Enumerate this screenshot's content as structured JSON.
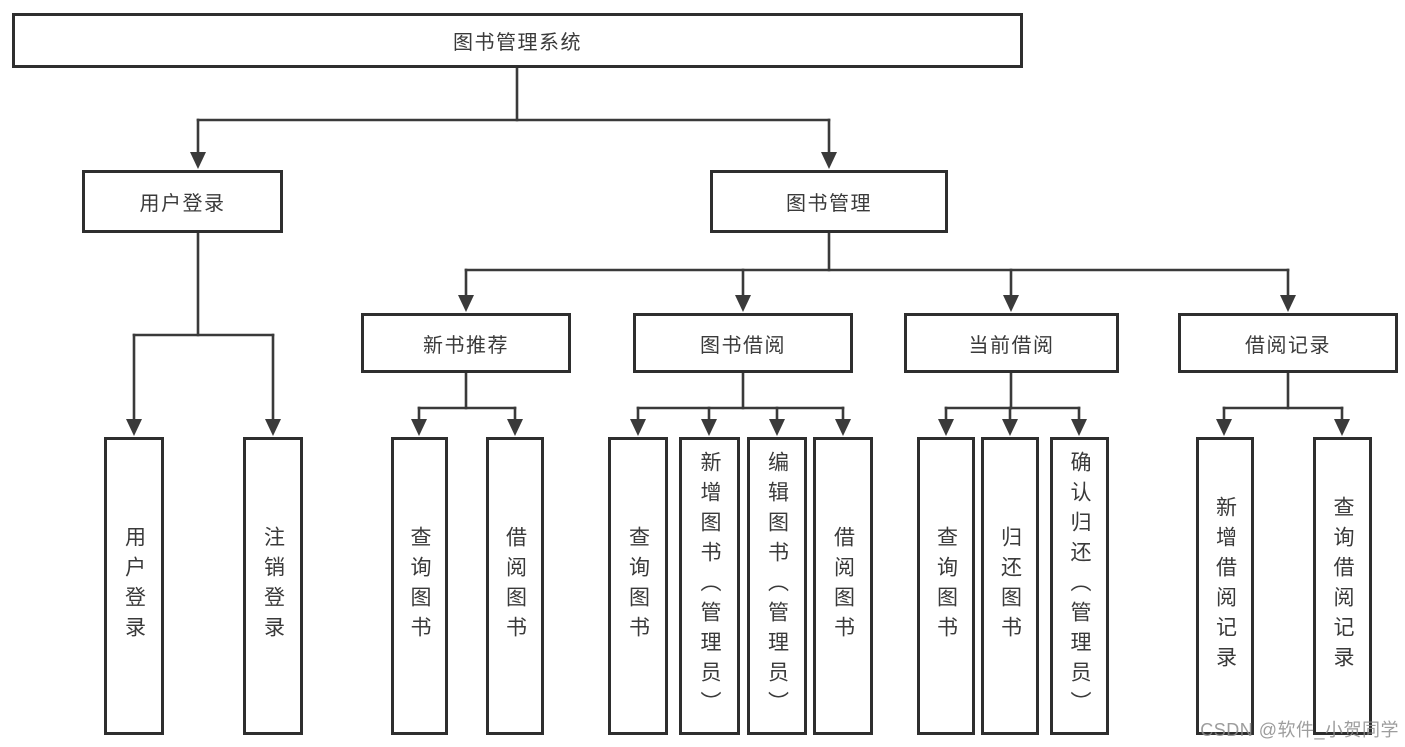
{
  "title": "图书管理系统",
  "watermark": "CSDN @软件_小贺同学",
  "colors": {
    "line": "#3a3a3a",
    "box_border": "#2e2e2e",
    "text": "#3a3a3a",
    "watermark": "#8c8c8c",
    "background": "#ffffff"
  },
  "nodes": {
    "root": "图书管理系统",
    "user_login": "用户登录",
    "book_mgmt": "图书管理",
    "new_book_rec": "新书推荐",
    "book_borrow": "图书借阅",
    "current_borrow": "当前借阅",
    "borrow_records": "借阅记录",
    "user_login_leaf": "用户登录",
    "logout": "注销登录",
    "rec_query": "查询图书",
    "rec_borrow": "借阅图书",
    "bb_query": "查询图书",
    "bb_add": "新增图书（管理员）",
    "bb_edit": "编辑图书（管理员）",
    "bb_borrow": "借阅图书",
    "cb_query": "查询图书",
    "cb_return": "归还图书",
    "cb_confirm": "确认归还（管理员）",
    "br_add": "新增借阅记录",
    "br_query": "查询借阅记录"
  },
  "tree": {
    "label": "图书管理系统",
    "children": [
      {
        "label": "用户登录",
        "children": [
          {
            "label": "用户登录"
          },
          {
            "label": "注销登录"
          }
        ]
      },
      {
        "label": "图书管理",
        "children": [
          {
            "label": "新书推荐",
            "children": [
              {
                "label": "查询图书"
              },
              {
                "label": "借阅图书"
              }
            ]
          },
          {
            "label": "图书借阅",
            "children": [
              {
                "label": "查询图书"
              },
              {
                "label": "新增图书（管理员）"
              },
              {
                "label": "编辑图书（管理员）"
              },
              {
                "label": "借阅图书"
              }
            ]
          },
          {
            "label": "当前借阅",
            "children": [
              {
                "label": "查询图书"
              },
              {
                "label": "归还图书"
              },
              {
                "label": "确认归还（管理员）"
              }
            ]
          },
          {
            "label": "借阅记录",
            "children": [
              {
                "label": "新增借阅记录"
              },
              {
                "label": "查询借阅记录"
              }
            ]
          }
        ]
      }
    ]
  }
}
